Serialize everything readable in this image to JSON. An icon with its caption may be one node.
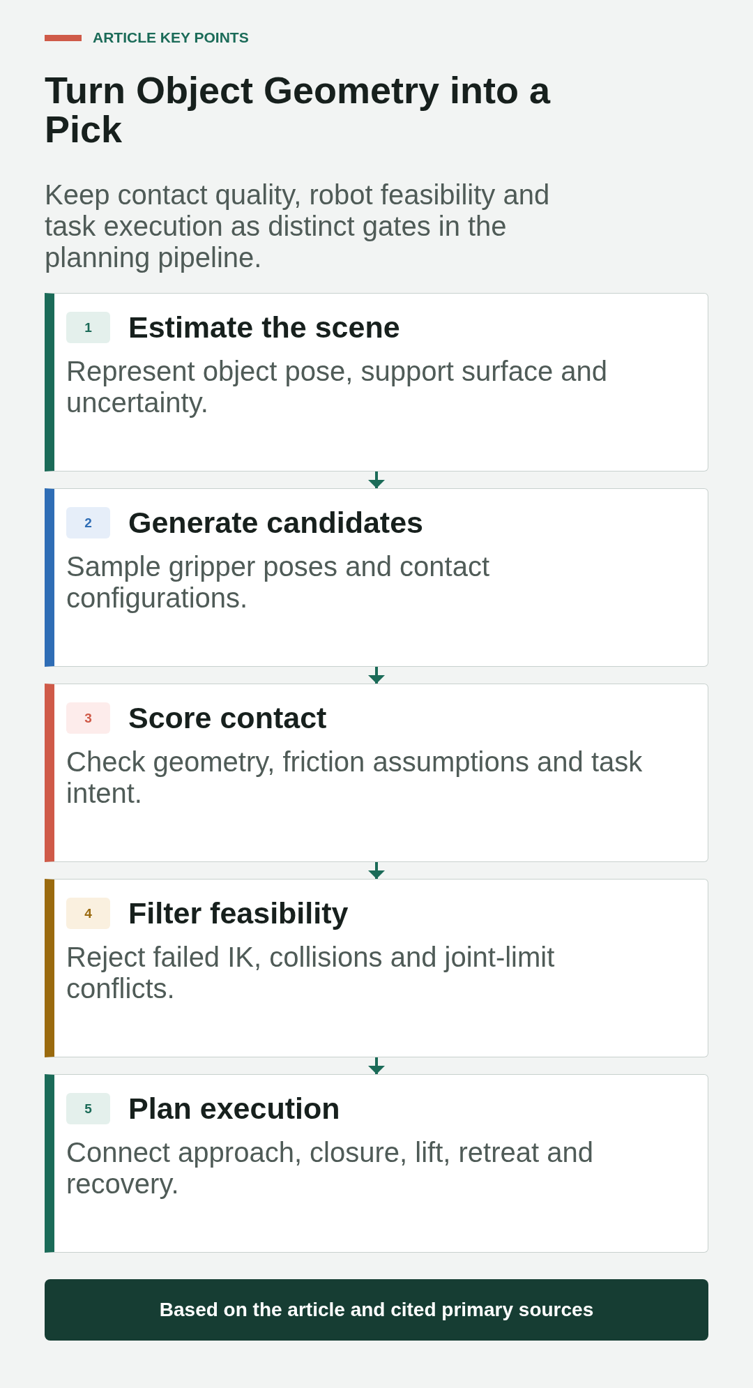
{
  "diagram": {
    "title": "Turn Object Geometry into a Pick",
    "nodes": [
      {
        "text": [
          "Estimate the scene",
          "Represent object pose, support surface and uncertainty."
        ]
      },
      {
        "text": [
          "1"
        ],
        "in": 0
      },
      {
        "text": [
          "Generate candidates",
          "Sample gripper poses and contact configurations."
        ]
      },
      {
        "text": [
          "2"
        ],
        "in": 2
      },
      {
        "text": [
          "Score contact",
          "Check geometry, friction assumptions and task intent."
        ]
      },
      {
        "text": [
          "3"
        ],
        "in": 4
      },
      {
        "text": [
          "Filter feasibility",
          "Reject failed IK, collisions and joint-limit conflicts."
        ]
      },
      {
        "text": [
          "4"
        ],
        "in": 6
      },
      {
        "text": [
          "Plan execution",
          "Connect approach, closure, lift, retreat and recovery."
        ]
      },
      {
        "text": [
          "5"
        ],
        "in": 8
      },
      {
        "text": [
          "Based on the article and cited primary sources"
        ]
      }
    ],
    "edges": [
      {
        "from": 0,
        "to": 2,
        "arrow": "to"
      },
      {
        "from": 2,
        "to": 4,
        "arrow": "to"
      },
      {
        "from": 4,
        "to": 6,
        "arrow": "to"
      },
      {
        "from": 6,
        "to": 8,
        "arrow": "to"
      }
    ],
    "labels": [
      "ARTICLE KEY POINTS",
      "Keep contact quality, robot feasibility and task execution as distinct gates in the planning pipeline."
    ]
  }
}
